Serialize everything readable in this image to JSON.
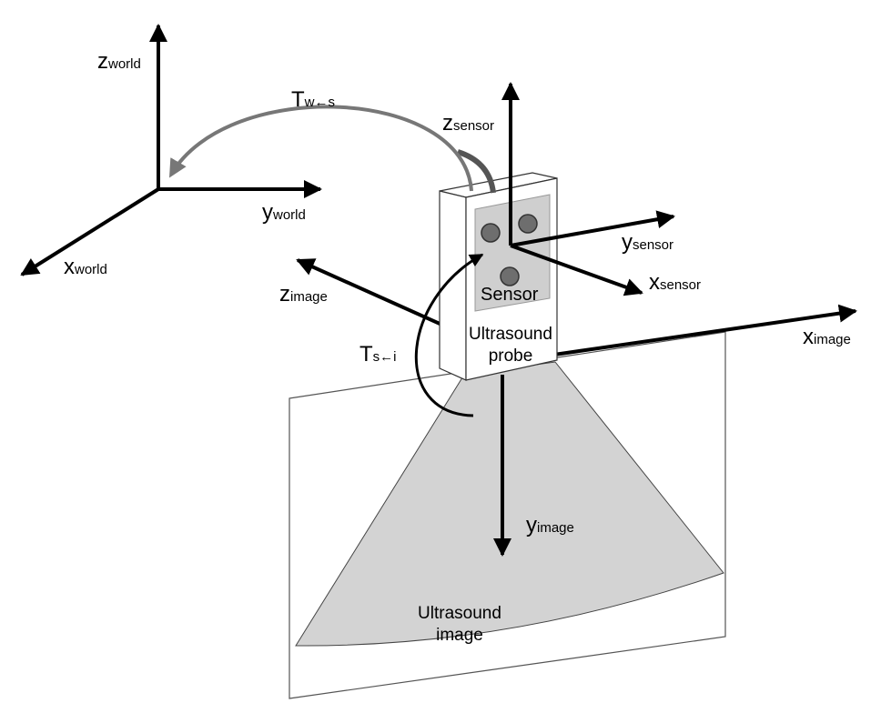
{
  "labels": {
    "z_world": {
      "main": "z",
      "sub": "world"
    },
    "y_world": {
      "main": "y",
      "sub": "world"
    },
    "x_world": {
      "main": "x",
      "sub": "world"
    },
    "t_world_sensor": {
      "main": "T",
      "sub": "w←s"
    },
    "z_sensor": {
      "main": "z",
      "sub": "sensor"
    },
    "y_sensor": {
      "main": "y",
      "sub": "sensor"
    },
    "x_sensor": {
      "main": "x",
      "sub": "sensor"
    },
    "z_image": {
      "main": "z",
      "sub": "image"
    },
    "x_image": {
      "main": "x",
      "sub": "image"
    },
    "y_image": {
      "main": "y",
      "sub": "image"
    },
    "t_sensor_image": {
      "main": "T",
      "sub": "s←i"
    },
    "sensor": "Sensor",
    "probe_line1": "Ultrasound",
    "probe_line2": "probe",
    "image_line1": "Ultrasound",
    "image_line2": "image"
  },
  "colors": {
    "axis": "#000000",
    "transform_arrow": "#777777",
    "fan_fill": "#d3d3d3",
    "probe_fill": "#ffffff",
    "sensor_panel": "#cfcfcf",
    "marker": "#6e6e6e"
  }
}
